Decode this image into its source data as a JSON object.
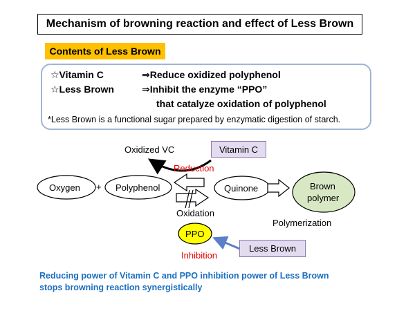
{
  "title": "Mechanism of browning reaction and effect of Less Brown",
  "contents": {
    "heading": "Contents of Less Brown",
    "item1_name": "☆Vitamin C",
    "item1_effect": "⇒Reduce oxidized polyphenol",
    "item2_name": "☆Less Brown",
    "item2_effect": "⇒Inhibit the enzyme “PPO”",
    "item2_effect_cont": "that catalyze oxidation of polyphenol",
    "note": "*Less Brown is a functional sugar prepared by enzymatic digestion of starch."
  },
  "diagram": {
    "oxidized_vc": "Oxidized VC",
    "vitamin_c": "Vitamin C",
    "reduction": "Reduction",
    "oxygen": "Oxygen",
    "plus": "+",
    "polyphenol": "Polyphenol",
    "quinone": "Quinone",
    "brown_line1": "Brown",
    "brown_line2": "polymer",
    "oxidation": "Oxidation",
    "polymerization": "Polymerization",
    "ppo": "PPO",
    "less_brown": "Less Brown",
    "inhibition": "Inhibition"
  },
  "footer": {
    "line1": "Reducing power of Vitamin C and PPO inhibition power of Less Brown",
    "line2": "stops browning reaction synergistically"
  },
  "colors": {
    "contents_tag": "#ffc000",
    "contents_border": "#9fb4d6",
    "purple_box": "#e3dcf0",
    "ppo_fill": "#ffff00",
    "brown_fill": "#d9e8c4",
    "red_text": "#e00000",
    "footer_blue": "#1b6fbf",
    "inhibit_arrow": "#5b7fc8"
  }
}
